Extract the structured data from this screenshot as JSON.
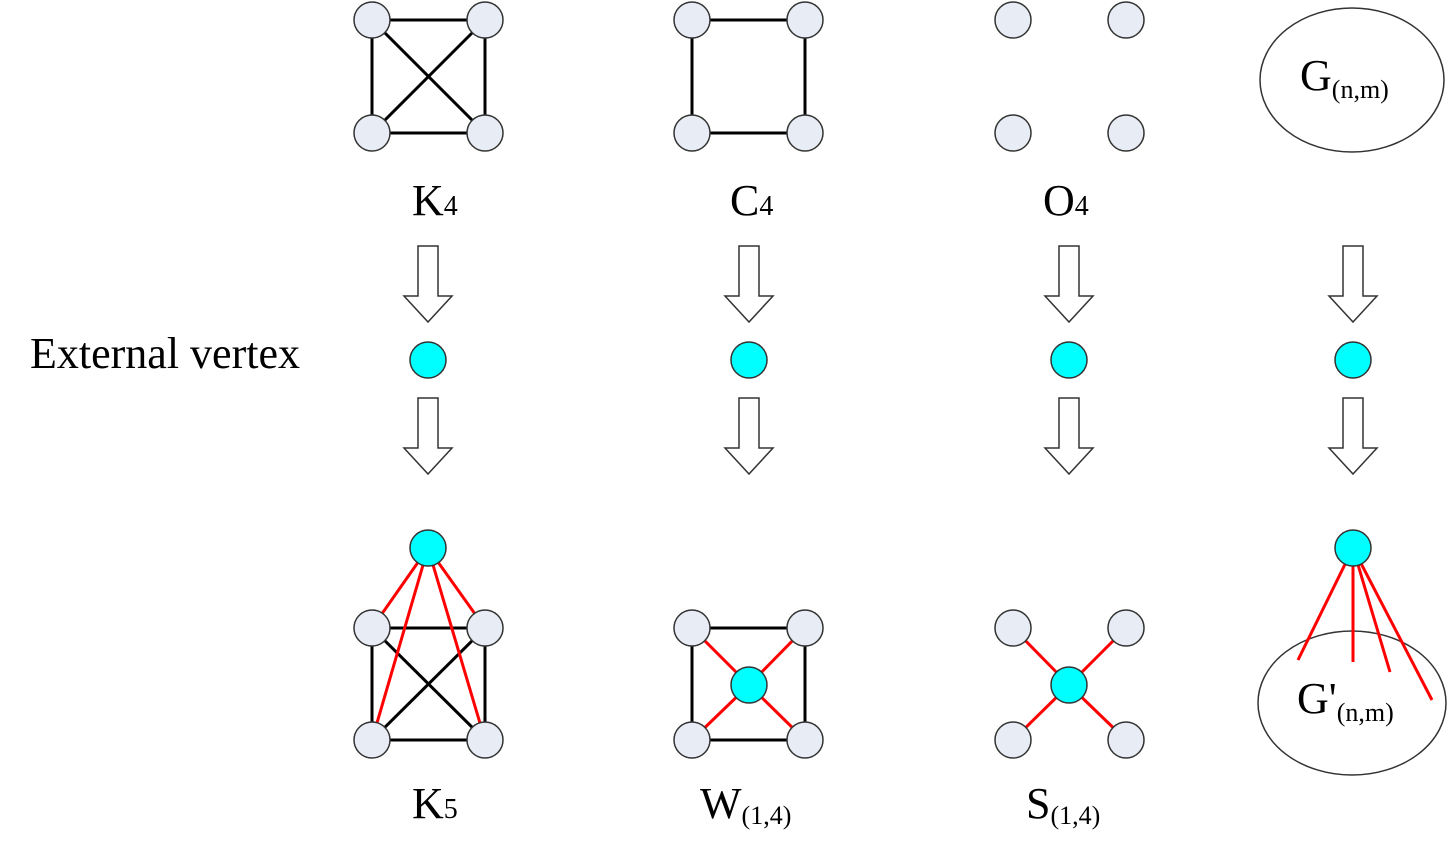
{
  "colors": {
    "vertex_fill": "#e8ecf4",
    "vertex_stroke": "#333333",
    "external_fill": "#00ffff",
    "black_edge": "#000000",
    "red_edge": "#ff0000",
    "arrow_fill": "#ffffff"
  },
  "row_label": "External vertex",
  "columns": [
    {
      "id": "k",
      "top_main": "K",
      "top_sub": "4",
      "bottom_main": "K",
      "bottom_sub": "5"
    },
    {
      "id": "c",
      "top_main": "C",
      "top_sub": "4",
      "bottom_main": "W",
      "bottom_sub": "(1,4)"
    },
    {
      "id": "o",
      "top_main": "O",
      "top_sub": "4",
      "bottom_main": "S",
      "bottom_sub": "(1,4)"
    },
    {
      "id": "g",
      "top_main": "G",
      "top_sub": "(n,m)",
      "bottom_main": "G'",
      "bottom_sub": "(n,m)"
    }
  ]
}
